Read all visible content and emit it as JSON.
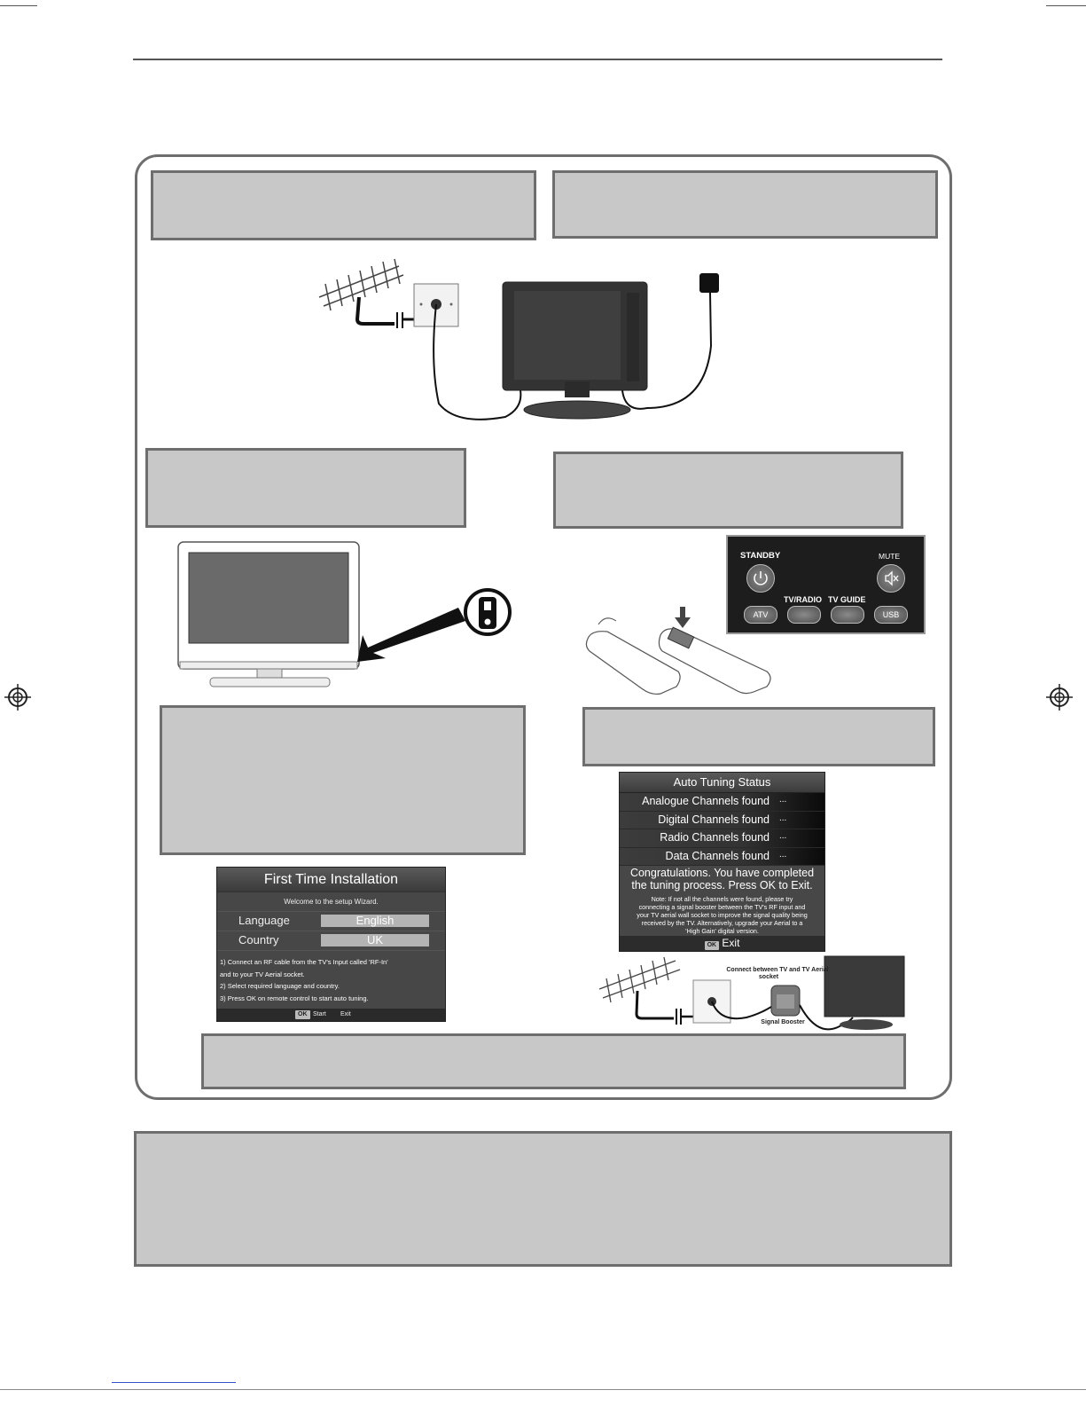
{
  "remote": {
    "standby_label": "STANDBY",
    "mute_label": "MUTE",
    "tv_radio_label": "TV/RADIO",
    "tv_guide_label": "TV GUIDE",
    "atv_label": "ATV",
    "usb_label": "USB"
  },
  "first_time_installation": {
    "title": "First Time Installation",
    "welcome": "Welcome to the setup Wizard.",
    "language_label": "Language",
    "language_value": "English",
    "country_label": "Country",
    "country_value": "UK",
    "step1a": "1) Connect an RF cable from the TV's Input called 'RF-In'",
    "step1b": "and to your TV Aerial socket.",
    "step2": "2) Select required language and country.",
    "step3": "3) Press OK on remote control to start auto tuning.",
    "ok_badge": "OK",
    "start_label": "Start",
    "exit_label": "Exit"
  },
  "auto_tuning": {
    "title": "Auto Tuning Status",
    "rows": [
      {
        "label": "Analogue  Channels found",
        "value": "..."
      },
      {
        "label": "Digital Channels found",
        "value": "..."
      },
      {
        "label": "Radio Channels found",
        "value": "..."
      },
      {
        "label": "Data Channels found",
        "value": "..."
      }
    ],
    "congrats_line1": "Congratulations. You have completed",
    "congrats_line2": "the tuning process. Press OK to Exit.",
    "note_line1": "Note: If not all the channels were found, please try",
    "note_line2": "connecting a signal booster between the TV's RF input and",
    "note_line3": "your TV aerial wall socket to improve the signal quality being",
    "note_line4": "received by the TV. Alternatively, upgrade your Aerial to a",
    "note_line5": "'High Gain' digital version.",
    "ok_badge": "OK",
    "exit_label": "Exit"
  },
  "booster_diagram": {
    "connect_label_line1": "Connect between TV and TV Aerial",
    "connect_label_line2": "socket",
    "booster_label": "Signal Booster"
  },
  "colors": {
    "panel_gray": "#c8c8c8",
    "panel_border": "#6e6e6e",
    "screen_dark": "#474747"
  }
}
